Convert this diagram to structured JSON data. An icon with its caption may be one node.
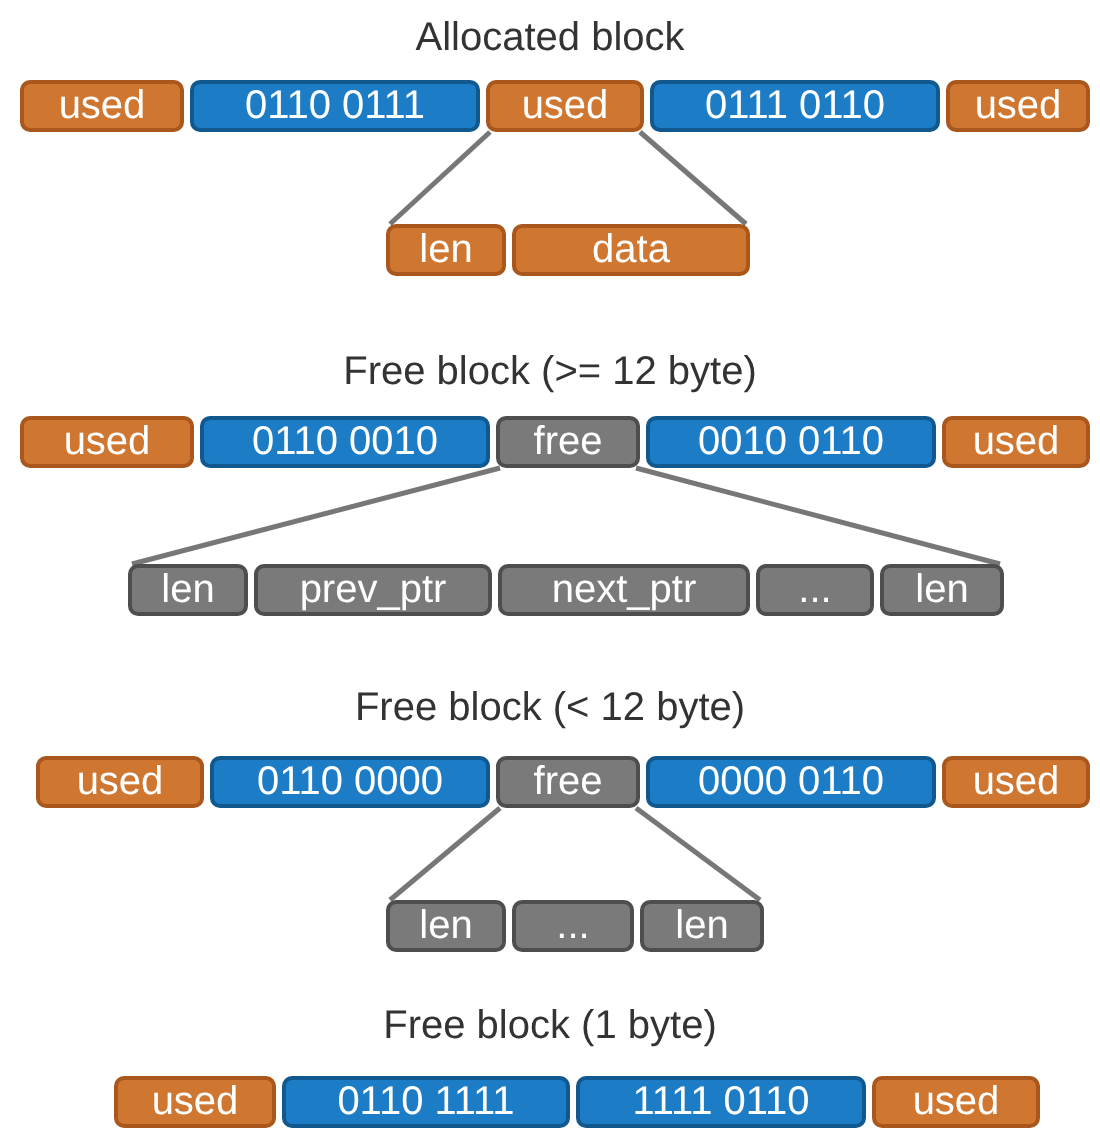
{
  "diagram": {
    "nodes": [
      {
        "text": [
          "used"
        ]
      },
      {
        "text": [
          "0110 0111"
        ]
      },
      {
        "text": [
          "used"
        ]
      },
      {
        "text": [
          "0111 0110"
        ]
      },
      {
        "text": [
          "used"
        ]
      },
      {
        "text": [
          "len"
        ]
      },
      {
        "text": [
          "data"
        ]
      },
      {
        "text": [
          "used"
        ]
      },
      {
        "text": [
          "0110 0010"
        ]
      },
      {
        "text": [
          "free"
        ]
      },
      {
        "text": [
          "0010 0110"
        ]
      },
      {
        "text": [
          "used"
        ]
      },
      {
        "text": [
          "len"
        ]
      },
      {
        "text": [
          "prev_ptr"
        ]
      },
      {
        "text": [
          "next_ptr"
        ]
      },
      {
        "text": [
          "..."
        ]
      },
      {
        "text": [
          "len"
        ]
      },
      {
        "text": [
          "used"
        ]
      },
      {
        "text": [
          "0110 0000"
        ]
      },
      {
        "text": [
          "free"
        ]
      },
      {
        "text": [
          "0000 0110"
        ]
      },
      {
        "text": [
          "used"
        ]
      },
      {
        "text": [
          "len"
        ]
      },
      {
        "text": [
          "..."
        ]
      },
      {
        "text": [
          "len"
        ]
      },
      {
        "text": [
          "used"
        ]
      },
      {
        "text": [
          "0110 1111"
        ]
      },
      {
        "text": [
          "1111 0110"
        ]
      },
      {
        "text": [
          "used"
        ]
      }
    ],
    "edges": [
      {
        "from": 2,
        "to": 5,
        "arrow": "none"
      },
      {
        "from": 2,
        "to": 6,
        "arrow": "none"
      },
      {
        "from": 9,
        "to": 12,
        "arrow": "none"
      },
      {
        "from": 9,
        "to": 16,
        "arrow": "none"
      },
      {
        "from": 19,
        "to": 22,
        "arrow": "none"
      },
      {
        "from": 19,
        "to": 24,
        "arrow": "none"
      }
    ],
    "labels": [
      "Allocated block",
      "Free block (>= 12 byte)",
      "Free block (< 12 byte)",
      "Free block (1 byte)"
    ]
  }
}
